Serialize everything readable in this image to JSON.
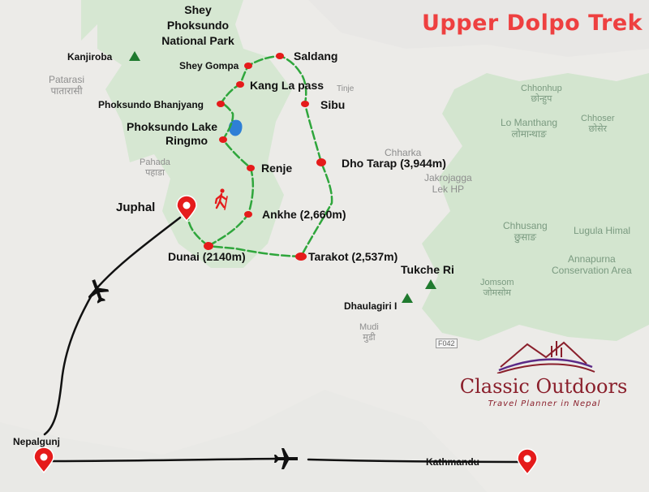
{
  "title": "Upper Dolpo Trek",
  "park_name": [
    "Shey",
    "Phoksundo",
    "National Park"
  ],
  "route_stops": [
    {
      "name": "Saldang"
    },
    {
      "name": "Shey Gompa"
    },
    {
      "name": "Kang La pass"
    },
    {
      "name": "Phoksundo Bhanjyang"
    },
    {
      "name": "Sibu"
    },
    {
      "name": "Phoksundo Lake"
    },
    {
      "name": "Ringmo"
    },
    {
      "name": "Renje"
    },
    {
      "name": "Dho Tarap (3,944m)"
    },
    {
      "name": "Ankhe (2,660m)"
    },
    {
      "name": "Dunai (2140m)"
    },
    {
      "name": "Tarakot (2,537m)"
    }
  ],
  "airports": [
    {
      "name": "Juphal"
    },
    {
      "name": "Nepalgunj"
    },
    {
      "name": "Kathmandu"
    }
  ],
  "peaks": [
    {
      "name": "Kanjiroba"
    },
    {
      "name": "Tukche Ri"
    },
    {
      "name": "Dhaulagiri I"
    }
  ],
  "background_places": [
    {
      "name": "Patarasi",
      "native": "पातारासी"
    },
    {
      "name": "Pahada",
      "native": "पहाडा"
    },
    {
      "name": "Chharka",
      "native": ""
    },
    {
      "name": "Jakrojagga",
      "native": "Lek HP"
    },
    {
      "name": "Lo Manthang",
      "native": "लोमान्थाङ"
    },
    {
      "name": "Chhonhup",
      "native": "छोन्हुप"
    },
    {
      "name": "Chhoser",
      "native": "छोसेर"
    },
    {
      "name": "Chhusang",
      "native": "छुसाङ"
    },
    {
      "name": "Lugula Himal",
      "native": ""
    },
    {
      "name": "Annapurna",
      "native": "Conservation Area"
    },
    {
      "name": "Jomsom",
      "native": "जोमसोम"
    },
    {
      "name": "Mudi",
      "native": "मुडी"
    },
    {
      "name": "Tinje",
      "native": ""
    }
  ],
  "road_label": "F042",
  "logo": {
    "name": "Classic Outdoors",
    "tagline": "Travel Planner in Nepal"
  },
  "colors": {
    "title": "#ee4040",
    "trail": "#2fa63c",
    "stop": "#e51b1b",
    "peak": "#1f7a2e",
    "flight": "#111111",
    "park": "#cfe3cc",
    "lake": "#2e7fd6",
    "logo": "#8a1f2b",
    "logo_purple": "#5b2a86"
  },
  "icons": [
    "location-pin-icon",
    "airplane-icon",
    "mountain-peak-icon",
    "hiker-icon",
    "lake-icon"
  ]
}
